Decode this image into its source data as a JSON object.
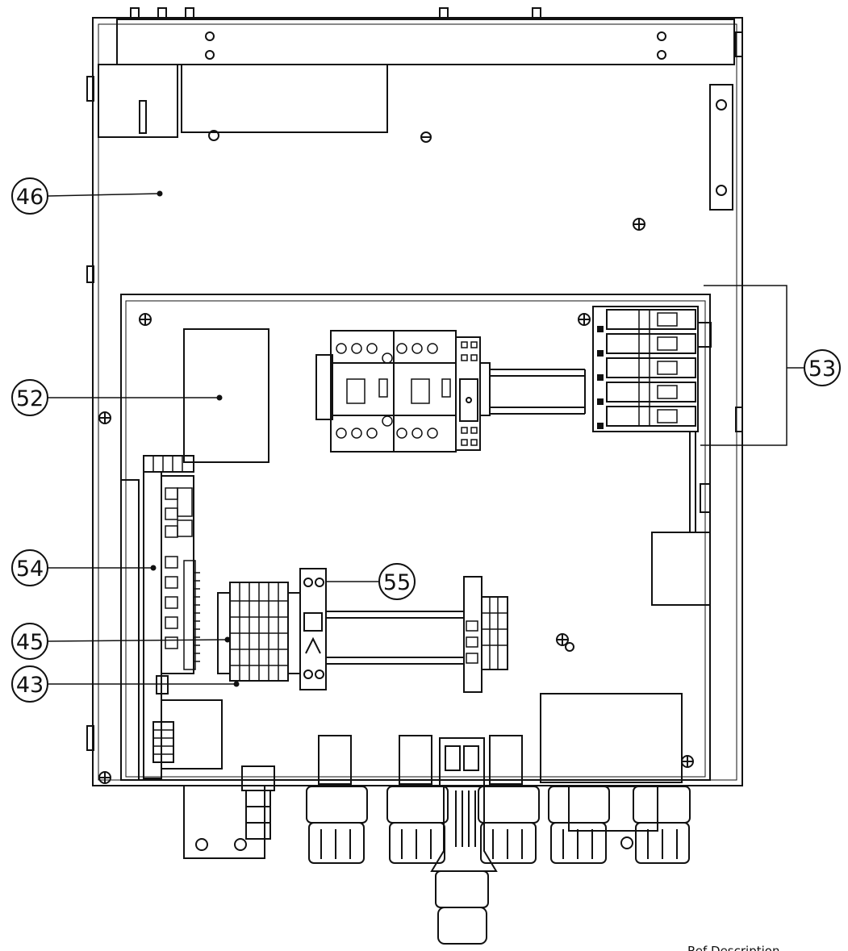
{
  "callouts": [
    {
      "id": "c46",
      "label": "46"
    },
    {
      "id": "c52",
      "label": "52"
    },
    {
      "id": "c53",
      "label": "53"
    },
    {
      "id": "c54",
      "label": "54"
    },
    {
      "id": "c55",
      "label": "55"
    },
    {
      "id": "c45",
      "label": "45"
    },
    {
      "id": "c43",
      "label": "43"
    }
  ],
  "footer": {
    "text": "Ref Description"
  },
  "colors": {
    "line": "#111111",
    "background": "#ffffff"
  }
}
